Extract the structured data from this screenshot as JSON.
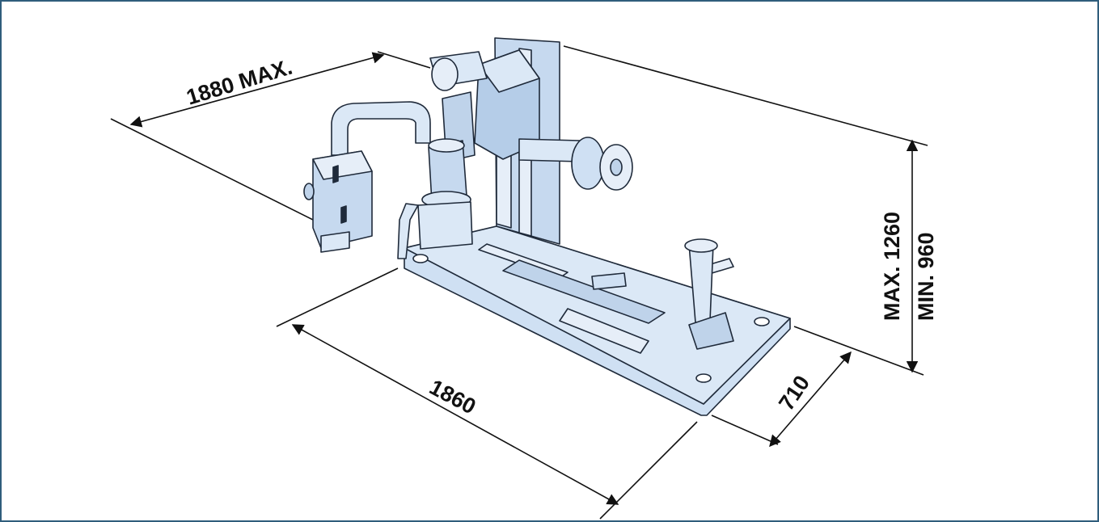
{
  "figure": {
    "subject": "machine-dimensions",
    "colors": {
      "frame": "#2f5d7c",
      "machine_fill": "#cfe0f3",
      "machine_outline": "#1f2a3a",
      "dimension_line": "#111111"
    }
  },
  "dimensions": {
    "top_width": "1880 MAX.",
    "length": "1860",
    "depth": "710",
    "height_max": "MAX. 1260",
    "height_min": "MIN. 960"
  }
}
